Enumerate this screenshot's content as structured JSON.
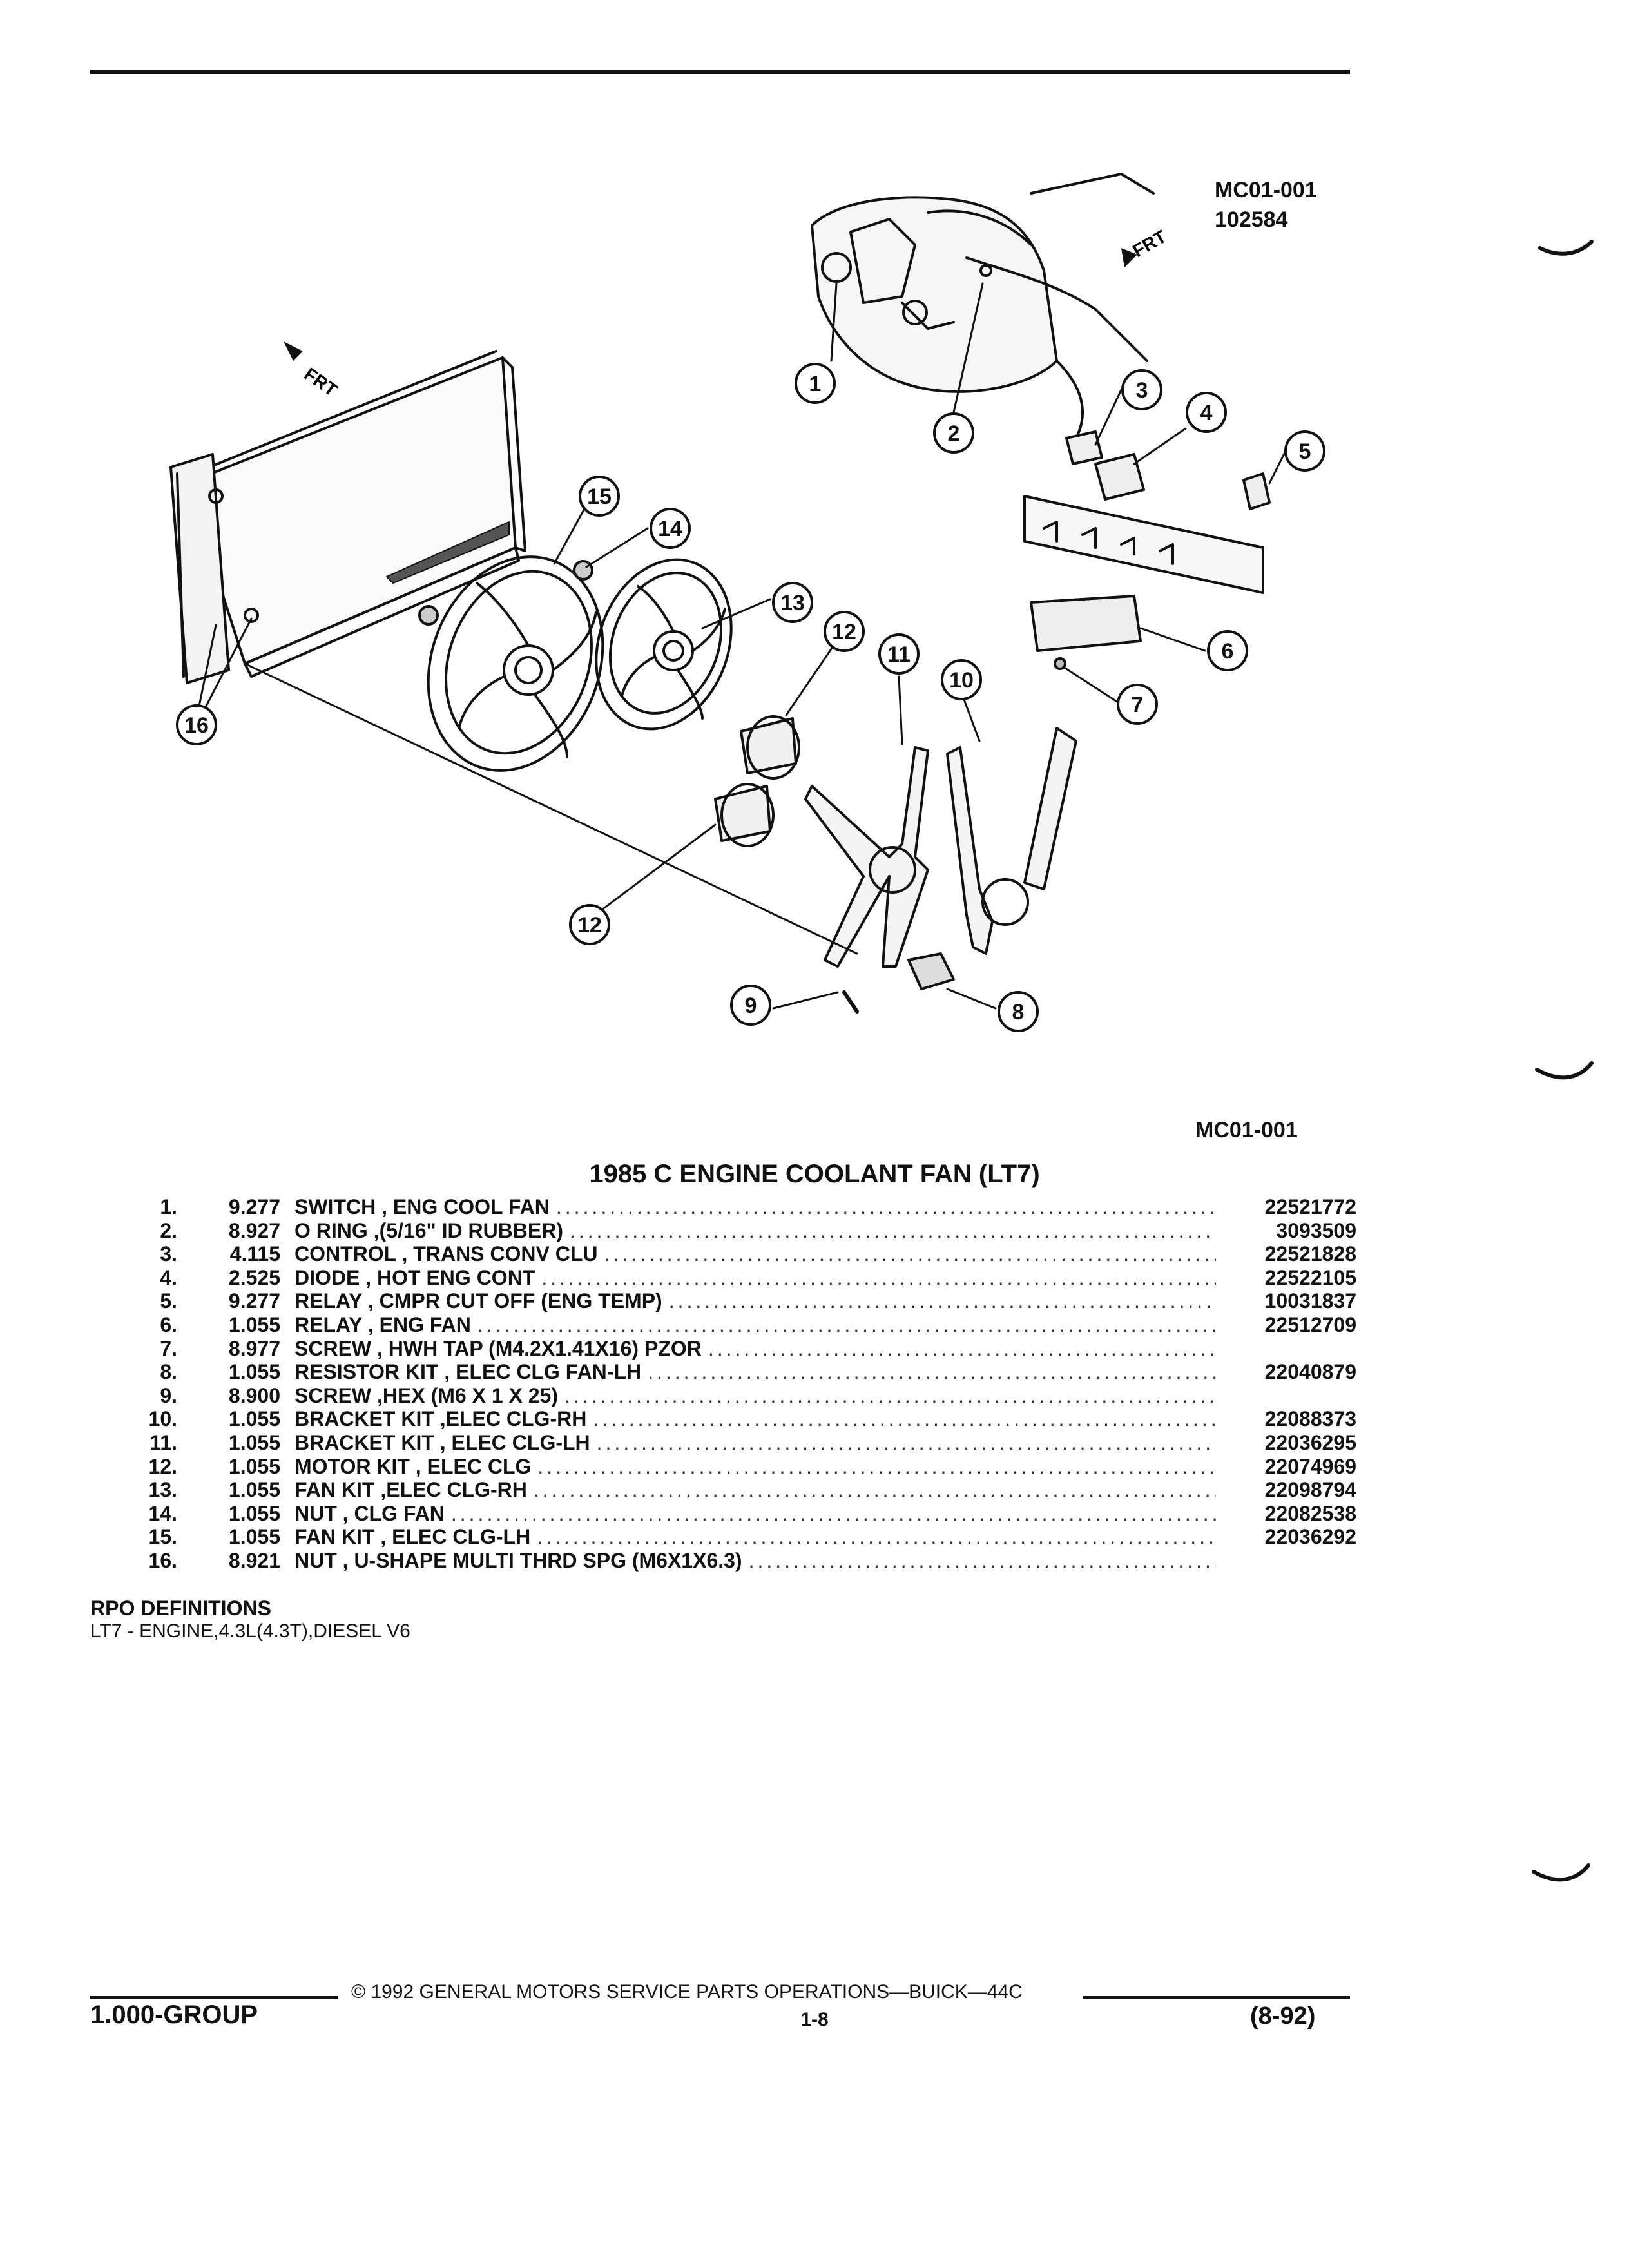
{
  "figure": {
    "id_top": "MC01-001",
    "code_top": "102584",
    "id_bottom": "MC01-001",
    "frt_label_left": "FRT",
    "frt_label_right": "FRT",
    "callouts": [
      "1",
      "2",
      "3",
      "4",
      "5",
      "6",
      "7",
      "8",
      "9",
      "10",
      "11",
      "12",
      "12",
      "13",
      "14",
      "15",
      "16"
    ]
  },
  "list": {
    "title": "1985 C ENGINE COOLANT FAN (LT7)",
    "items": [
      {
        "num": "1.",
        "group": "9.277",
        "desc": "SWITCH , ENG COOL FAN",
        "part": "22521772"
      },
      {
        "num": "2.",
        "group": "8.927",
        "desc": "O RING ,(5/16\" ID RUBBER)",
        "part": "3093509"
      },
      {
        "num": "3.",
        "group": "4.115",
        "desc": "CONTROL , TRANS CONV CLU",
        "part": "22521828"
      },
      {
        "num": "4.",
        "group": "2.525",
        "desc": "DIODE , HOT ENG CONT",
        "part": "22522105"
      },
      {
        "num": "5.",
        "group": "9.277",
        "desc": "RELAY , CMPR CUT OFF (ENG TEMP)",
        "part": "10031837"
      },
      {
        "num": "6.",
        "group": "1.055",
        "desc": "RELAY , ENG FAN",
        "part": "22512709"
      },
      {
        "num": "7.",
        "group": "8.977",
        "desc": "SCREW , HWH TAP (M4.2X1.41X16) PZOR",
        "part": ""
      },
      {
        "num": "8.",
        "group": "1.055",
        "desc": "RESISTOR KIT , ELEC CLG FAN-LH",
        "part": "22040879"
      },
      {
        "num": "9.",
        "group": "8.900",
        "desc": "SCREW ,HEX (M6 X 1 X 25)",
        "part": ""
      },
      {
        "num": "10.",
        "group": "1.055",
        "desc": "BRACKET KIT ,ELEC CLG-RH",
        "part": "22088373"
      },
      {
        "num": "11.",
        "group": "1.055",
        "desc": "BRACKET KIT , ELEC CLG-LH",
        "part": "22036295"
      },
      {
        "num": "12.",
        "group": "1.055",
        "desc": "MOTOR KIT , ELEC CLG",
        "part": "22074969"
      },
      {
        "num": "13.",
        "group": "1.055",
        "desc": "FAN KIT ,ELEC CLG-RH",
        "part": "22098794"
      },
      {
        "num": "14.",
        "group": "1.055",
        "desc": "NUT , CLG FAN",
        "part": "22082538"
      },
      {
        "num": "15.",
        "group": "1.055",
        "desc": "FAN KIT , ELEC CLG-LH",
        "part": "22036292"
      },
      {
        "num": "16.",
        "group": "8.921",
        "desc": "NUT , U-SHAPE MULTI THRD SPG (M6X1X6.3)",
        "part": ""
      }
    ]
  },
  "rpo": {
    "title": "RPO DEFINITIONS",
    "definition": "LT7 - ENGINE,4.3L(4.3T),DIESEL V6"
  },
  "footer": {
    "copyright": "© 1992 GENERAL MOTORS SERVICE PARTS OPERATIONS—BUICK—44C",
    "group": "1.000-GROUP",
    "page": "1-8",
    "date": "(8-92)"
  }
}
